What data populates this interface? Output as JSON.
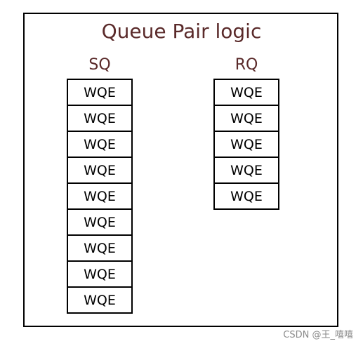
{
  "diagram": {
    "title": "Queue Pair logic",
    "sq": {
      "label": "SQ",
      "entries": [
        "WQE",
        "WQE",
        "WQE",
        "WQE",
        "WQE",
        "WQE",
        "WQE",
        "WQE",
        "WQE"
      ]
    },
    "rq": {
      "label": "RQ",
      "entries": [
        "WQE",
        "WQE",
        "WQE",
        "WQE",
        "WQE"
      ]
    }
  },
  "watermark": "CSDN @王_嘻嘻",
  "colors": {
    "title_text": "#5a2a2a",
    "border": "#000000",
    "watermark_text": "#8a8a8a"
  }
}
